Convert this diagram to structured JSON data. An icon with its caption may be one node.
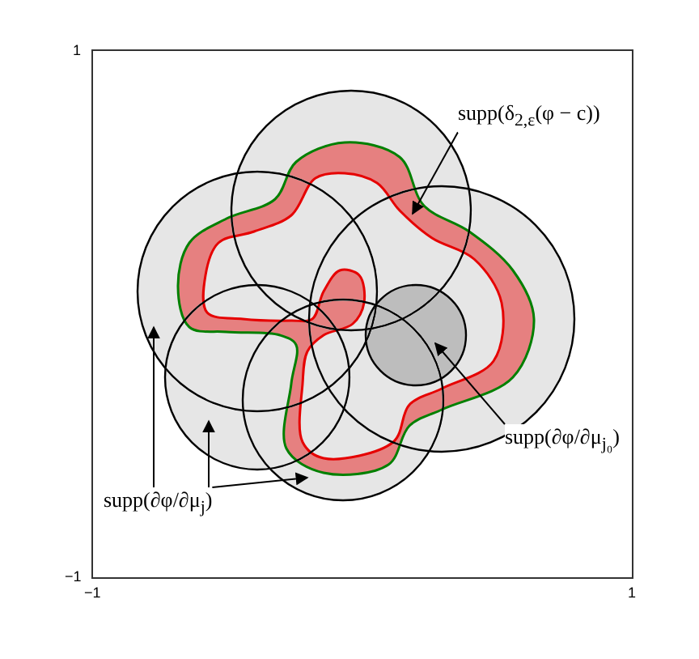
{
  "diagram": {
    "nodes": [
      {
        "text": [],
        "shape": "band"
      },
      {
        "text": [],
        "shape": "circle"
      },
      {
        "text": [],
        "shape": "circle"
      },
      {
        "text": [],
        "shape": "circle"
      },
      {
        "text": [],
        "shape": "circle"
      },
      {
        "text": [],
        "shape": "circle",
        "in": 6
      },
      {
        "text": [],
        "shape": "circle"
      },
      {
        "text": [
          "supp(δ$_{2,ε}$(φ − c))"
        ]
      },
      {
        "text": [
          "supp(∂φ/∂μ$_{j₀}$)"
        ]
      },
      {
        "text": [
          "supp(∂φ/∂μ$_{j}$)"
        ]
      }
    ],
    "edges": [
      {
        "from": 7,
        "to": 0,
        "arrow": "to"
      },
      {
        "from": 8,
        "to": 5,
        "arrow": "to"
      },
      {
        "from": 9,
        "to": 1,
        "arrow": "to"
      },
      {
        "from": 9,
        "to": 2,
        "arrow": "to"
      },
      {
        "from": 9,
        "to": 3,
        "arrow": "to"
      }
    ],
    "labels": [
      "1",
      "−1",
      "−1",
      "1"
    ]
  }
}
